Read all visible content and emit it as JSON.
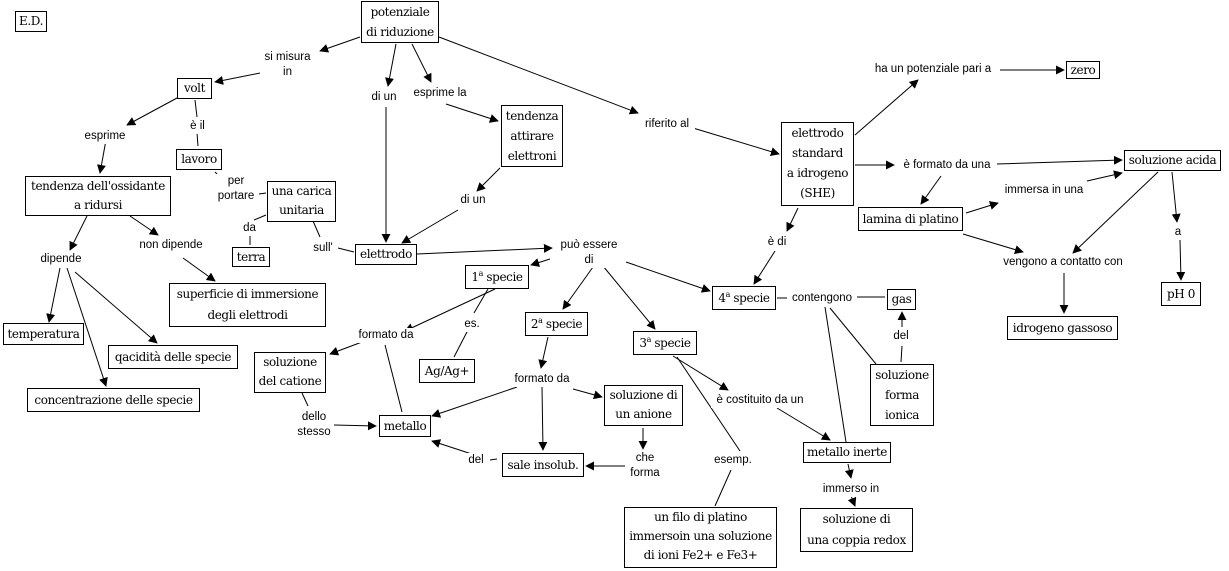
{
  "title": "E.D.",
  "nodes": {
    "potenziale": [
      "potenziale",
      "di riduzione"
    ],
    "volt": [
      "volt"
    ],
    "lavoro": [
      "lavoro"
    ],
    "tendenza_ossidante": [
      "tendenza dell'ossidante",
      "a ridursi"
    ],
    "carica": [
      "una carica",
      "unitaria"
    ],
    "terra": [
      "terra"
    ],
    "superficie": [
      "superficie di immersione",
      "degli elettrodi"
    ],
    "temperatura": [
      "temperatura"
    ],
    "acidita": [
      "qacidità delle specie"
    ],
    "concentrazione": [
      "concentrazione delle specie"
    ],
    "tendenza_attirare": [
      "tendenza",
      "attirare",
      "elettroni"
    ],
    "elettrodo": [
      "elettrodo"
    ],
    "specie1": "1ª specie",
    "specie2": "2ª specie",
    "specie3": "3ª specie",
    "specie4": "4ª specie",
    "agag": [
      "Ag/Ag+"
    ],
    "soluzione_catione": [
      "soluzione",
      "del catione"
    ],
    "metallo": [
      "metallo"
    ],
    "sale": [
      "sale insolub."
    ],
    "soluzione_anione": [
      "soluzione di",
      "un anione"
    ],
    "filo": [
      "un filo di platino",
      "immersoin una soluzione",
      "di ioni Fe2+ e Fe3+"
    ],
    "metallo_inerte": [
      "metallo inerte"
    ],
    "coppia_redox": [
      "soluzione di",
      "una coppia redox"
    ],
    "gas": [
      "gas"
    ],
    "forma_ionica": [
      "soluzione",
      "forma",
      "ionica"
    ],
    "she": [
      "elettrodo",
      "standard",
      "a idrogeno",
      "(SHE)"
    ],
    "zero": [
      "zero"
    ],
    "lamina": [
      "lamina di platino"
    ],
    "soluzione_acida": [
      "soluzione acida"
    ],
    "idrogeno": [
      "idrogeno gassoso"
    ],
    "ph": [
      "pH 0"
    ]
  },
  "links": {
    "si_misura": "si misura\nin",
    "esprime": "esprime",
    "e_il": "è il",
    "per_portare": "per\nportare",
    "da": "da",
    "sull": "sull'",
    "dipende": "dipende",
    "non_dipende": "non dipende",
    "di_un_1": "di un",
    "esprime_la": "esprime la",
    "di_un_2": "di un",
    "riferito_al": "riferito al",
    "puo_essere": "può essere\ndi",
    "formato_da_1": "formato da",
    "es": "es.",
    "dello_stesso": "dello\nstesso",
    "formato_da_2": "formato da",
    "del_1": "del",
    "che_forma": "che\nforma",
    "esemp": "esemp.",
    "costituito": "è costituito da un",
    "immerso_in": "immerso in",
    "contengono": "contengono",
    "del_2": "del",
    "e_di": "è di",
    "ha_potenziale": "ha un potenziale pari a",
    "formato_da_una": "è formato da una",
    "immersa": "immersa in una",
    "vengono": "vengono a contatto con",
    "a": "a"
  }
}
